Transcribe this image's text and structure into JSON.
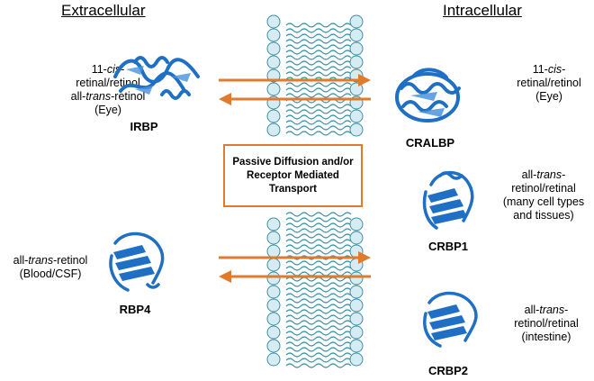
{
  "headings": {
    "extracellular": "Extracellular",
    "intracellular": "Intracellular"
  },
  "left_labels": {
    "irbp_ligand": [
      "11-",
      "cis",
      "-",
      "retinal/retinol",
      "all-",
      "trans",
      "-retinol",
      "(Eye)"
    ],
    "rbp4_ligand": [
      "all-",
      "trans",
      "-retinol",
      "(Blood/CSF)"
    ]
  },
  "right_labels": {
    "cralbp_ligand": [
      "11-",
      "cis",
      "-",
      "retinal/retinol",
      "(Eye)"
    ],
    "crbp1_ligand": [
      "all-",
      "trans",
      "-",
      "retinol/retinal",
      "(many cell types",
      "and tissues)"
    ],
    "crbp2_ligand": [
      "all-",
      "trans",
      "-",
      "retinol/retinal",
      "(intestine)"
    ]
  },
  "proteins": {
    "irbp": "IRBP",
    "rbp4": "RBP4",
    "cralbp": "CRALBP",
    "crbp1": "CRBP1",
    "crbp2": "CRBP2"
  },
  "callout": {
    "text": "Passive Diffusion and/or Receptor Mediated Transport"
  },
  "colors": {
    "arrow": "#e07b2e",
    "membrane_head": "#d6ecf2",
    "membrane_stroke": "#3a8fa6",
    "protein": "#1f6fc4"
  }
}
